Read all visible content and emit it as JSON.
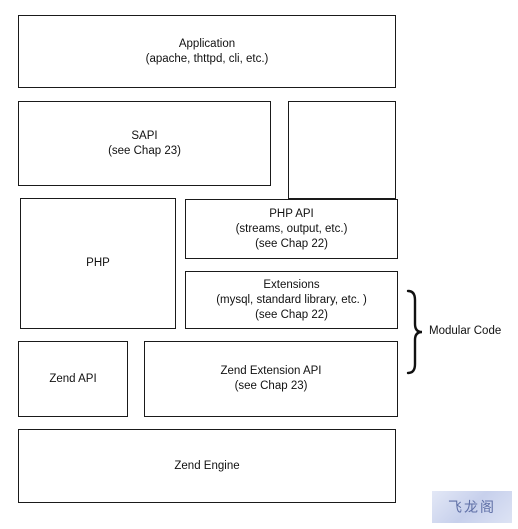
{
  "application": {
    "title": "Application",
    "sub": "(apache, thttpd, cli, etc.)"
  },
  "sapi": {
    "title": "SAPI",
    "sub": "(see Chap 23)"
  },
  "php": {
    "title": "PHP"
  },
  "php_api": {
    "title": "PHP API",
    "line2": "(streams, output, etc.)",
    "line3": "(see Chap 22)"
  },
  "extensions": {
    "title": "Extensions",
    "line2": "(mysql, standard library, etc. )",
    "line3": "(see Chap 22)"
  },
  "zend_api": {
    "title": "Zend API"
  },
  "zend_ext_api": {
    "title": "Zend Extension API",
    "sub": "(see Chap 23)"
  },
  "zend_engine": {
    "title": "Zend Engine"
  },
  "modular_code": {
    "label": "Modular Code"
  },
  "watermark": {
    "text": "飞龙阁"
  }
}
